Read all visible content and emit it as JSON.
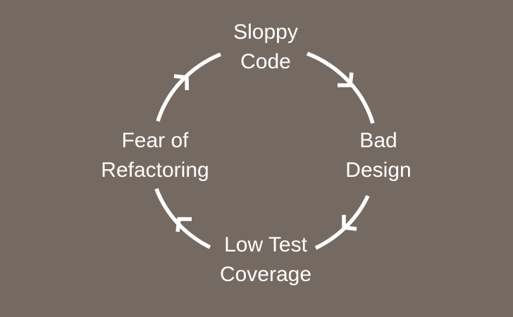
{
  "colors": {
    "background": "#756a61",
    "text": "#ffffff",
    "arrow": "#ffffff"
  },
  "diagram": {
    "type": "cycle",
    "direction": "clockwise",
    "nodes": [
      {
        "id": "sloppy-code",
        "label": "Sloppy Code",
        "lines": [
          "Sloppy",
          "Code"
        ],
        "position": "top"
      },
      {
        "id": "bad-design",
        "label": "Bad Design",
        "lines": [
          "Bad",
          "Design"
        ],
        "position": "right"
      },
      {
        "id": "low-test-coverage",
        "label": "Low Test Coverage",
        "lines": [
          "Low Test",
          "Coverage"
        ],
        "position": "bottom"
      },
      {
        "id": "fear-of-refactoring",
        "label": "Fear of Refactoring",
        "lines": [
          "Fear of",
          "Refactoring"
        ],
        "position": "left"
      }
    ],
    "edges": [
      {
        "from": "Sloppy Code",
        "to": "Bad Design"
      },
      {
        "from": "Bad Design",
        "to": "Low Test Coverage"
      },
      {
        "from": "Low Test Coverage",
        "to": "Fear of Refactoring"
      },
      {
        "from": "Fear of Refactoring",
        "to": "Sloppy Code"
      }
    ]
  }
}
